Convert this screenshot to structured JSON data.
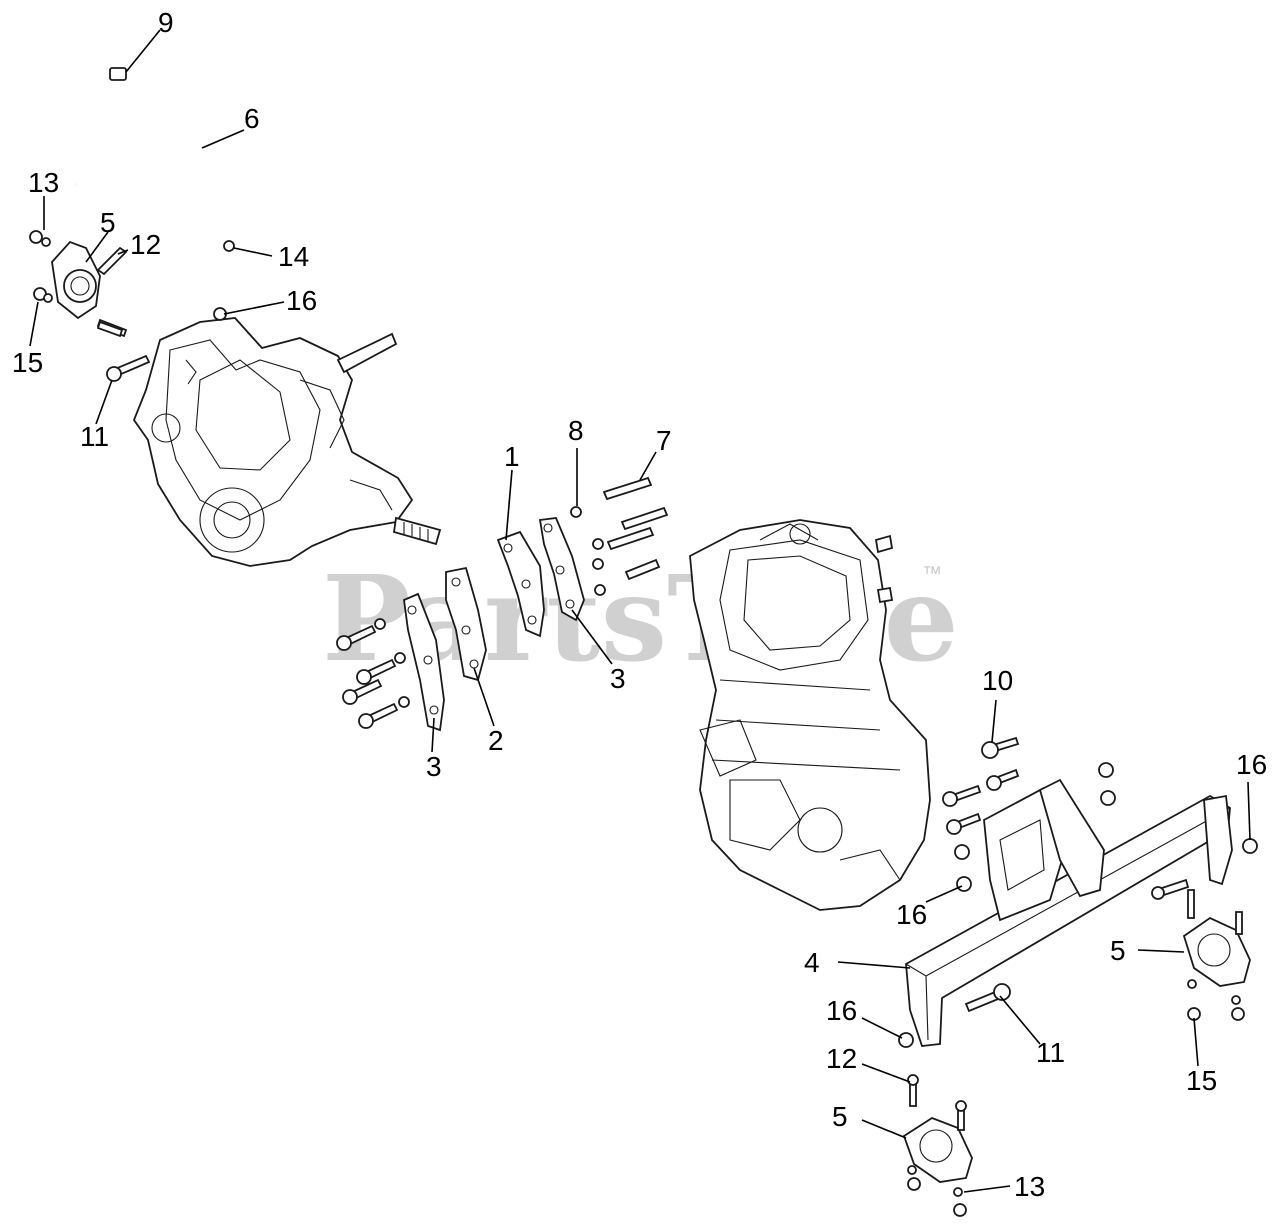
{
  "watermark": {
    "text": "PartsTree",
    "trademark": "™"
  },
  "callouts": [
    {
      "id": "c9a",
      "label": "9"
    },
    {
      "id": "c6a",
      "label": "6"
    },
    {
      "id": "c13a",
      "label": "13"
    },
    {
      "id": "c5a",
      "label": "5"
    },
    {
      "id": "c12a",
      "label": "12"
    },
    {
      "id": "c14a",
      "label": "14"
    },
    {
      "id": "c16a",
      "label": "16"
    },
    {
      "id": "c15a",
      "label": "15"
    },
    {
      "id": "c11a",
      "label": "11"
    },
    {
      "id": "c8a",
      "label": "8"
    },
    {
      "id": "c7a",
      "label": "7"
    },
    {
      "id": "c1a",
      "label": "1"
    },
    {
      "id": "c3a",
      "label": "3"
    },
    {
      "id": "c3b",
      "label": "3"
    },
    {
      "id": "c2a",
      "label": "2"
    },
    {
      "id": "c10a",
      "label": "10"
    },
    {
      "id": "c16b",
      "label": "16"
    },
    {
      "id": "c16c",
      "label": "16"
    },
    {
      "id": "c4a",
      "label": "4"
    },
    {
      "id": "c5b",
      "label": "5"
    },
    {
      "id": "c16d",
      "label": "16"
    },
    {
      "id": "c11b",
      "label": "11"
    },
    {
      "id": "c15b",
      "label": "15"
    },
    {
      "id": "c12b",
      "label": "12"
    },
    {
      "id": "c5c",
      "label": "5"
    },
    {
      "id": "c13b",
      "label": "13"
    }
  ]
}
